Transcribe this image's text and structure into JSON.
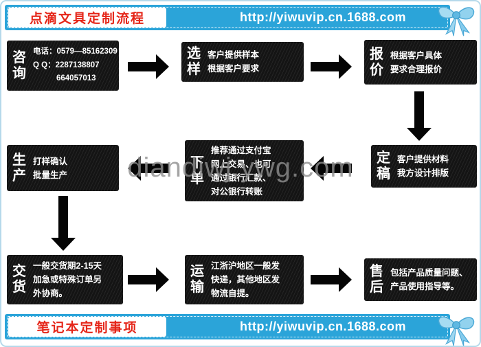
{
  "page": {
    "header": {
      "title": "点滴文具定制流程",
      "url": "http://yiwuvip.cn.1688.com"
    },
    "footer": {
      "title": "笔记本定制事项",
      "url": "http://yiwuvip.cn.1688.com"
    },
    "watermark": "diandiwj.ywg.com"
  },
  "colors": {
    "bar_blue": "#2ba4d9",
    "box_black": "#141414",
    "title_red": "#e52619",
    "arrow_black": "#050505",
    "ribbon_blue": "#92d2ee"
  },
  "steps": [
    {
      "label": "咨询",
      "lines": [
        "电话：0579—85162309",
        "Q Q：2287138807",
        "664057013"
      ]
    },
    {
      "label": "选样",
      "lines": [
        "客户提供样本",
        "根据客户要求"
      ]
    },
    {
      "label": "报价",
      "lines": [
        "根据客户具体",
        "要求合理报价"
      ]
    },
    {
      "label": "定稿",
      "lines": [
        "客户提供材料",
        "我方设计排版"
      ]
    },
    {
      "label": "下单",
      "lines": [
        "推荐通过支付宝",
        "网上交易、也可",
        "通过银行汇款、",
        "对公银行转账"
      ]
    },
    {
      "label": "生产",
      "lines": [
        "打样确认",
        "批量生产"
      ]
    },
    {
      "label": "交货",
      "lines": [
        "一般交货期2-15天",
        "加急或特殊订单另",
        "外协商。"
      ]
    },
    {
      "label": "运输",
      "lines": [
        "江浙沪地区一般发",
        "快递，其他地区发",
        "物流自提。"
      ]
    },
    {
      "label": "售后",
      "lines": [
        "包括产品质量问题、",
        "产品使用指导等。"
      ]
    }
  ]
}
